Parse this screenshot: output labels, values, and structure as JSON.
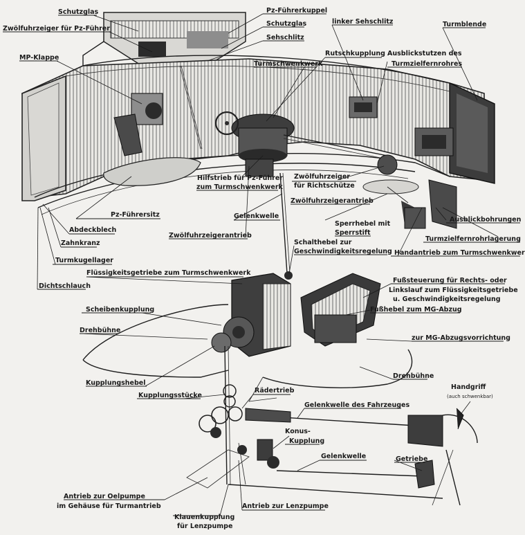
{
  "labels": {
    "schutzglas_top": "Schutzglas",
    "zwoelfuhrzeiger_pz": "Zwölfuhrzeiger für Pz-Führer",
    "pz_fuehrerkuppel": "Pz-Führerkuppel",
    "schutzglas_mid": "Schutzglas",
    "sehschlitz": "Sehschlitz",
    "linker_sehschlitz": "linker Sehschlitz",
    "turmblende": "Turmblende",
    "mp_klappe": "MP-Klappe",
    "rutschkupplung": "Rutschkupplung",
    "ausblickstutzen_1": "Ausblickstutzen des",
    "ausblickstutzen_2": "Turmzielfernrohres",
    "turmschwenkwerk": "Turmschwenkwerk",
    "hilfstrieb_1": "Hilfstrieb für Pz-Führer",
    "hilfstrieb_2": "zum Turmschwenkwerk",
    "zwoelf_richt_1": "Zwölfuhrzeiger",
    "zwoelf_richt_2": "für Richtschütze",
    "zwoelf_antrieb_right": "Zwölfuhrzeigerantrieb",
    "pz_fuehrersitz": "Pz-Führersitz",
    "abdeckblech": "Abdeckblech",
    "zahnkranz": "Zahnkranz",
    "gelenkwelle_top": "Gelenkwelle",
    "sperrhebel_1": "Sperrhebel mit",
    "sperrhebel_2": "Sperrstift",
    "ausblickbohrungen": "Ausblickbohrungen",
    "zwoelf_antrieb_left": "Zwölfuhrzeigerantrieb",
    "turmzielfernrohrlagerung": "Turmzielfernrohrlagerung",
    "schalthebel_1": "Schalthebel zur",
    "schalthebel_2": "Geschwindigkeitsregelung",
    "handantrieb": "Handantrieb zum Turmschwenkwerk",
    "turmkugellager": "Turmkugellager",
    "fluessigkeitsgetriebe": "Flüssigkeitsgetriebe zum Turmschwenkwerk",
    "dichtschlauch": "Dichtschlauch",
    "fusssteuerung_1": "Fußsteuerung für Rechts- oder",
    "fusssteuerung_2": "Linkslauf zum Flüssigkeitsgetriebe",
    "fusssteuerung_3": "u. Geschwindigkeitsregelung",
    "fusshebel": "Fußhebel zum MG-Abzug",
    "scheibenkupplung": "Scheibenkupplung",
    "drehbuehne_left": "Drehbühne",
    "mg_abzug": "zur MG-Abzugsvorrichtung",
    "kupplungshebel": "Kupplungshebel",
    "drehbuehne_right": "Drehbühne",
    "kupplungsstuecke": "Kupplungsstücke",
    "raedertrieb": "Rädertrieb",
    "handgriff_1": "Handgriff",
    "handgriff_2": "(auch schwenkbar)",
    "gelenkwelle_fahrzeug": "Gelenkwelle des Fahrzeuges",
    "konus_1": "Konus-",
    "konus_2": "Kupplung",
    "gelenkwelle_bottom": "Gelenkwelle",
    "getriebe": "Getriebe",
    "oelpumpe_1": "Antrieb zur Oelpumpe",
    "oelpumpe_2": "im Gehäuse für Turmantrieb",
    "lenzpumpe_antrieb": "Antrieb zur Lenzpumpe",
    "klauen_1": "Klauenkupplung",
    "klauen_2": "für Lenzpumpe"
  }
}
